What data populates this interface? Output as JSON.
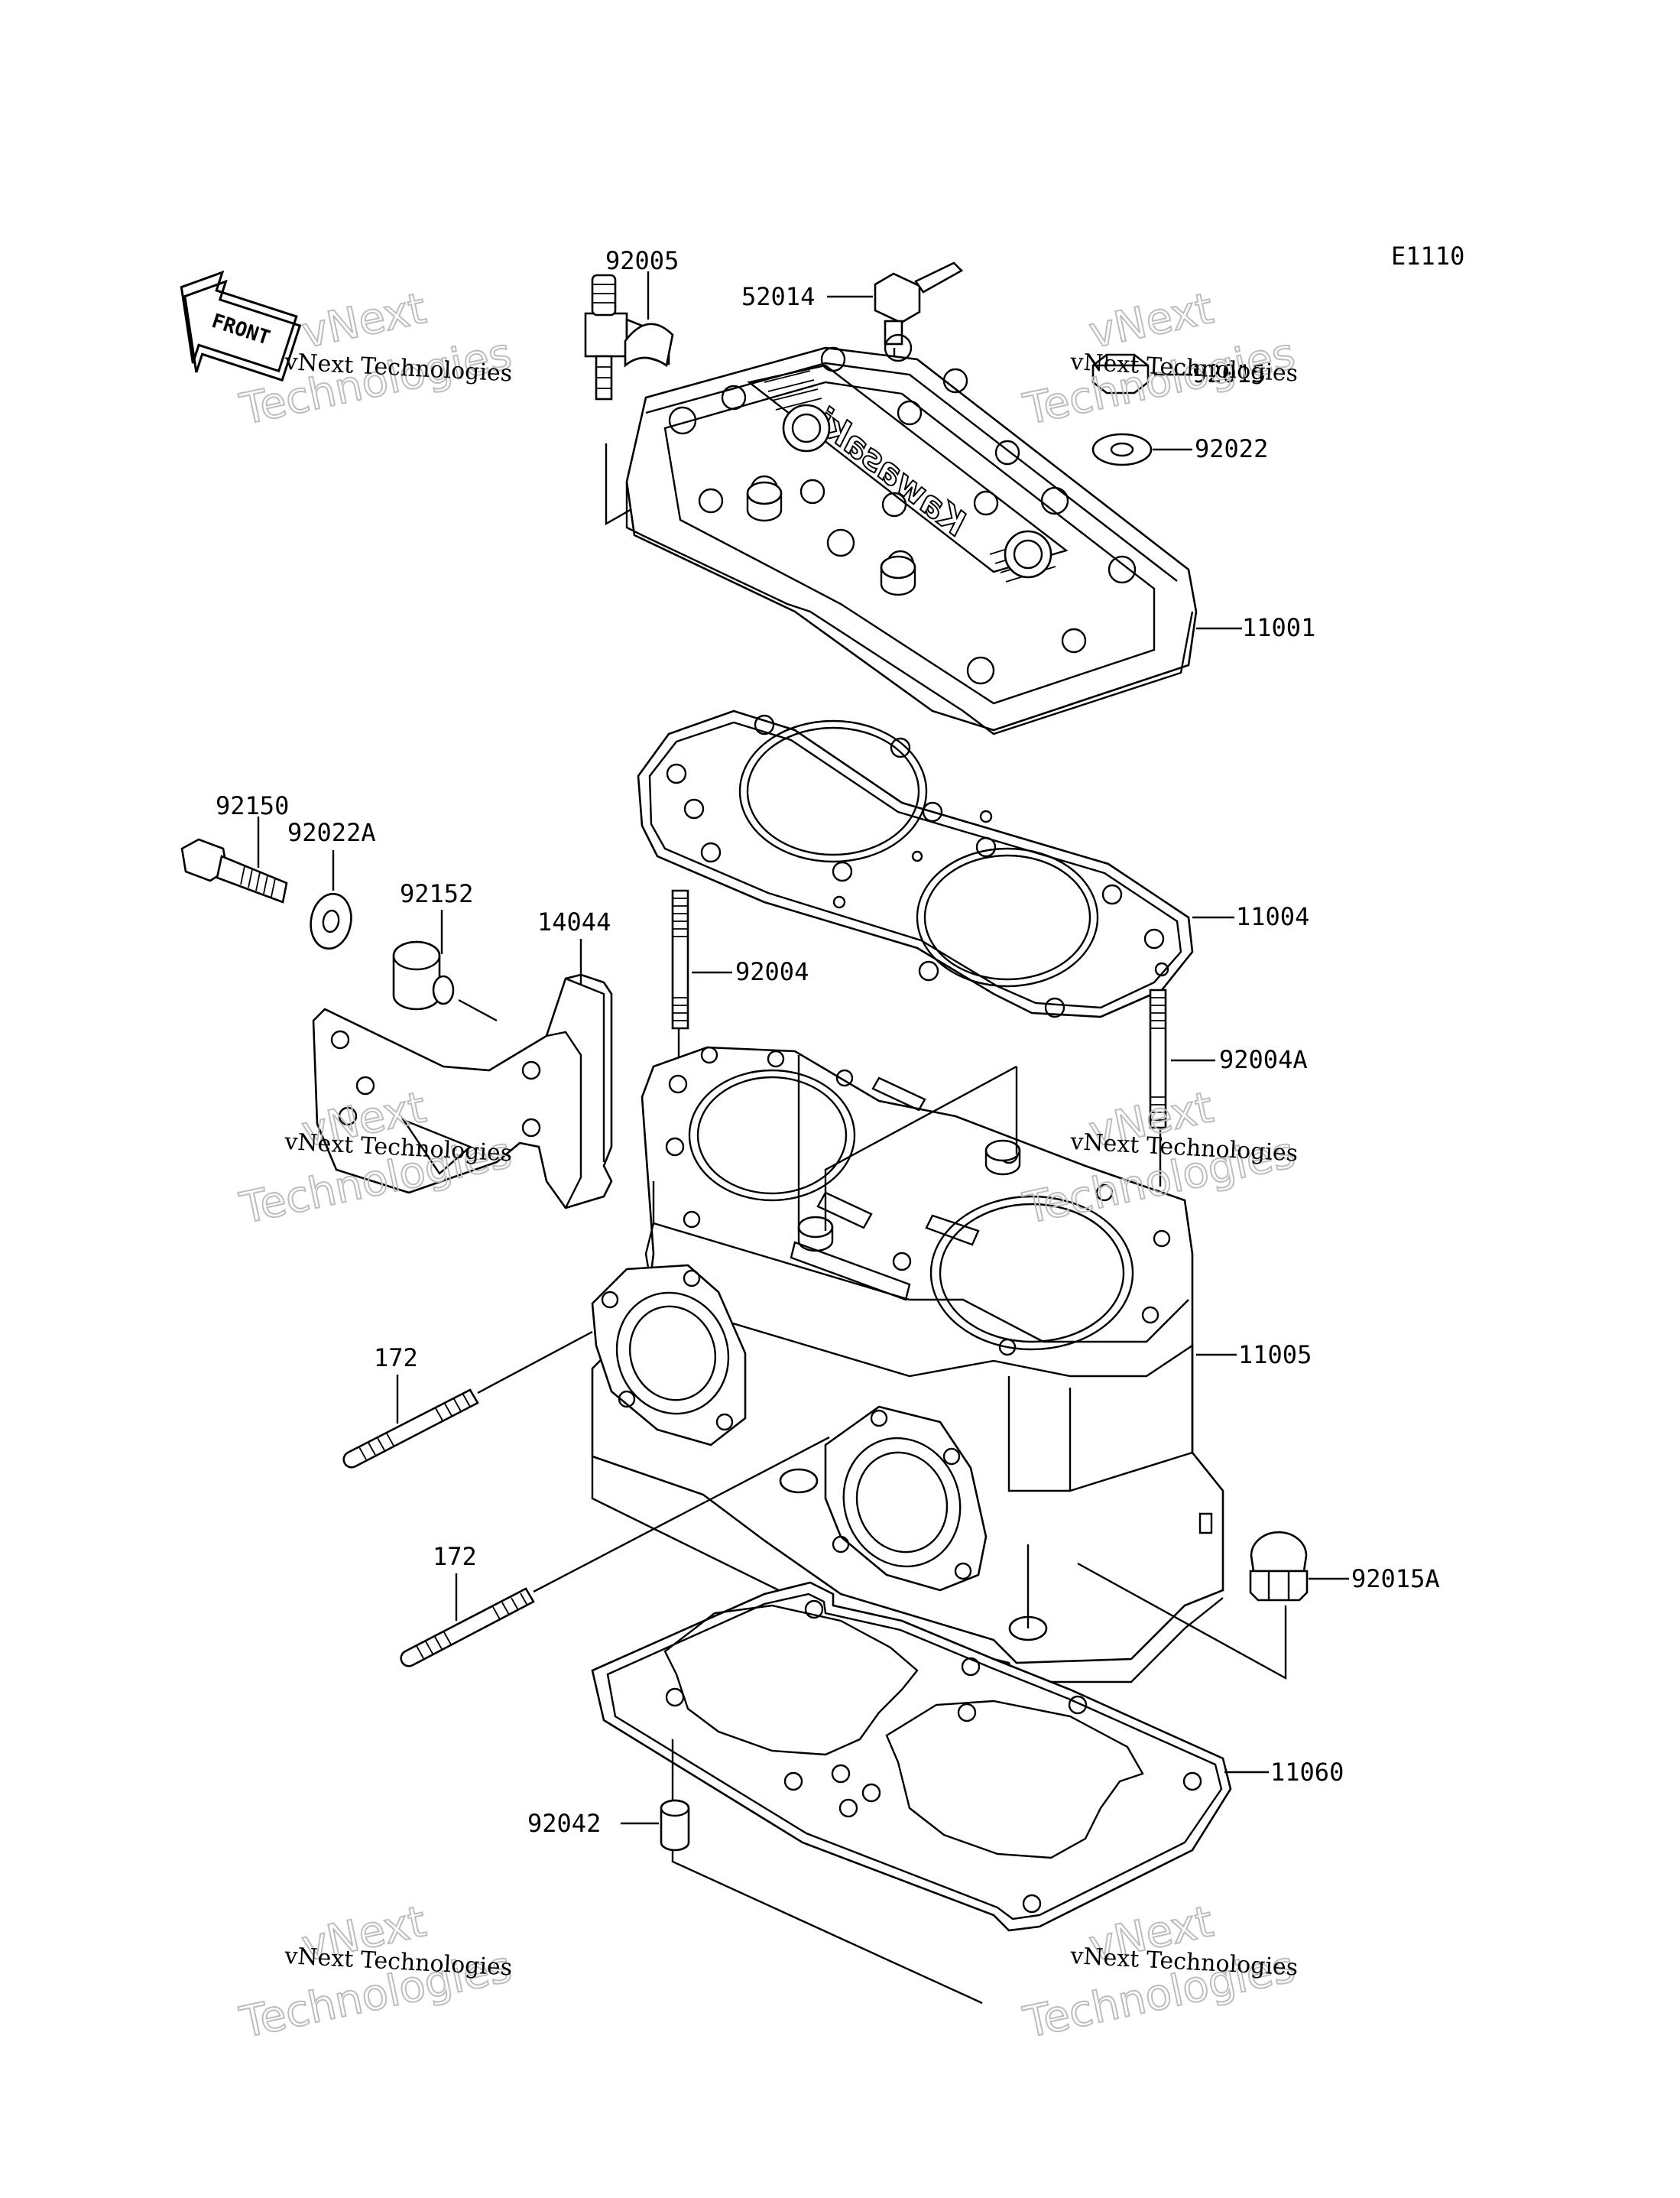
{
  "diagram_code": "E1110",
  "front_label": "FRONT",
  "part_labels": {
    "p92005": "92005",
    "p52014": "52014",
    "p92015": "92015",
    "p92022": "92022",
    "p11001": "11001",
    "p92150": "92150",
    "p92022A": "92022A",
    "p92152": "92152",
    "p14044": "14044",
    "p11004": "11004",
    "p92004": "92004",
    "p92004A": "92004A",
    "p11005": "11005",
    "p172a": "172",
    "p172b": "172",
    "p92015A": "92015A",
    "p11060": "11060",
    "p92042": "92042"
  },
  "cover_logo": "Kawasaki",
  "watermark": {
    "line_small": "vNext Technologies",
    "line_big_1": "vNext",
    "line_big_2": "Technologies"
  }
}
